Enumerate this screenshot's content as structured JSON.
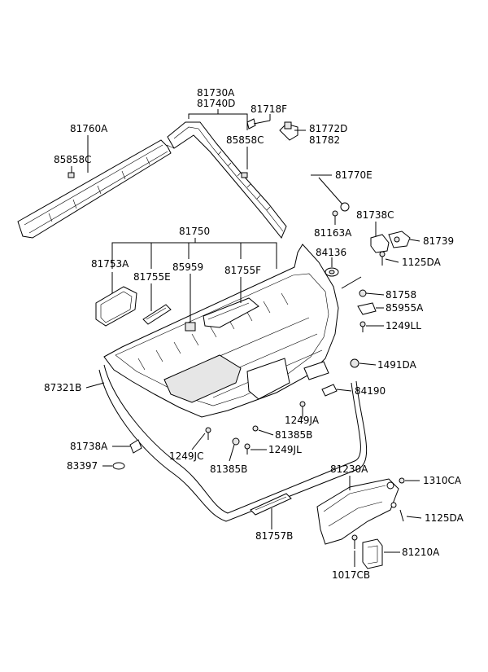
{
  "labels": {
    "l81730A": "81730A",
    "l81740D": "81740D",
    "l81718F": "81718F",
    "l81772D": "81772D",
    "l81782": "81782",
    "l81760A": "81760A",
    "l85858C_left": "85858C",
    "l85858C_right": "85858C",
    "l81770E": "81770E",
    "l81738C": "81738C",
    "l81163A": "81163A",
    "l81739": "81739",
    "l84136": "84136",
    "l1125DA_top": "1125DA",
    "l81750": "81750",
    "l81753A": "81753A",
    "l81755E": "81755E",
    "l85959": "85959",
    "l81755F": "81755F",
    "l81758": "81758",
    "l85955A": "85955A",
    "l1249LL": "1249LL",
    "l1491DA": "1491DA",
    "l87321B": "87321B",
    "l84190": "84190",
    "l1249JA": "1249JA",
    "l81385B_a": "81385B",
    "l1249JL": "1249JL",
    "l81738A": "81738A",
    "l1249JC": "1249JC",
    "l81385B_b": "81385B",
    "l83397": "83397",
    "l81230A": "81230A",
    "l1310CA": "1310CA",
    "l1125DA_bot": "1125DA",
    "l81757B": "81757B",
    "l81210A": "81210A",
    "l1017CB": "1017CB"
  }
}
